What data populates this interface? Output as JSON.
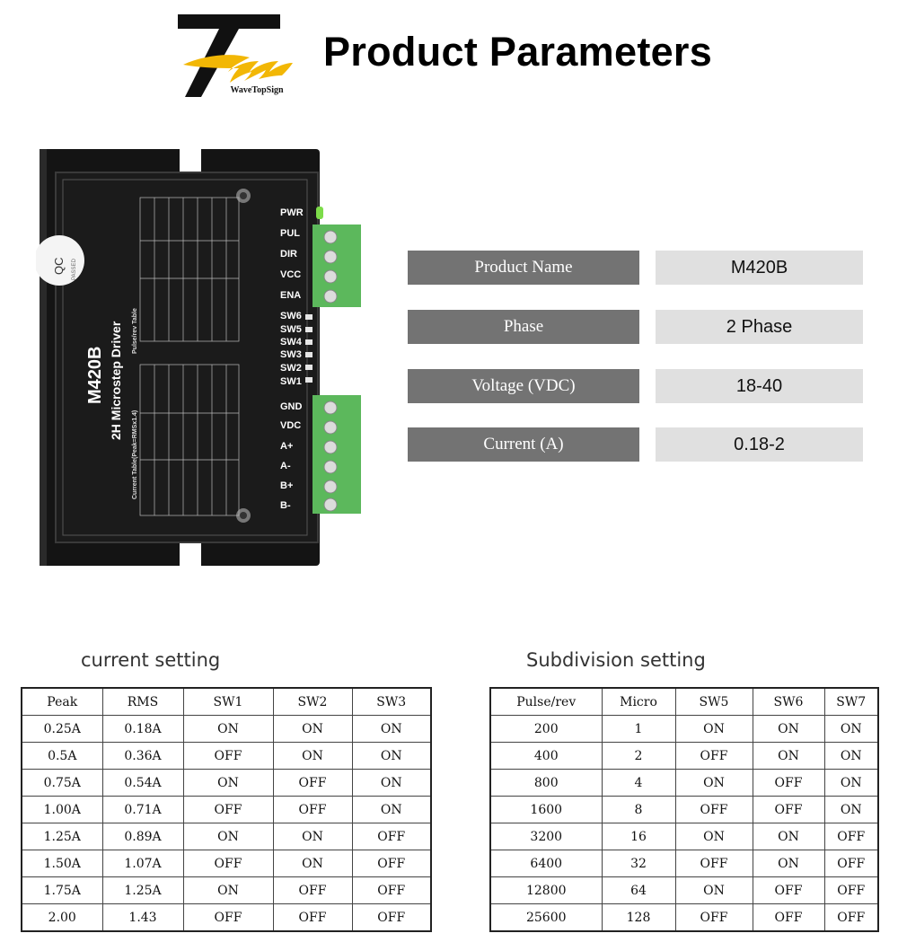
{
  "header": {
    "brand": "WaveTopSign",
    "title": "Product Parameters"
  },
  "device": {
    "qc_label": "QC",
    "qc_sub": "PASSED",
    "model": "M420B",
    "subtitle": "2H Microstep Driver",
    "pulse_table_title": "Pulse/rev Table",
    "current_table_title": "Current Table(Peak=RMSx1.4)",
    "terminal_labels": [
      "PWR",
      "PUL",
      "DIR",
      "VCC",
      "ENA",
      "SW6",
      "SW5",
      "SW4",
      "SW3",
      "SW2",
      "SW1",
      "GND",
      "VDC",
      "A+",
      "A-",
      "B+",
      "B-"
    ]
  },
  "params": [
    {
      "label": "Product Name",
      "value": "M420B"
    },
    {
      "label": "Phase",
      "value": "2 Phase"
    },
    {
      "label": "Voltage (VDC)",
      "value": "18-40"
    },
    {
      "label": "Current (A)",
      "value": "0.18-2"
    }
  ],
  "current_setting": {
    "title": "current setting",
    "headers": [
      "Peak",
      "RMS",
      "SW1",
      "SW2",
      "SW3"
    ],
    "rows": [
      [
        "0.25A",
        "0.18A",
        "ON",
        "ON",
        "ON"
      ],
      [
        "0.5A",
        "0.36A",
        "OFF",
        "ON",
        "ON"
      ],
      [
        "0.75A",
        "0.54A",
        "ON",
        "OFF",
        "ON"
      ],
      [
        "1.00A",
        "0.71A",
        "OFF",
        "OFF",
        "ON"
      ],
      [
        "1.25A",
        "0.89A",
        "ON",
        "ON",
        "OFF"
      ],
      [
        "1.50A",
        "1.07A",
        "OFF",
        "ON",
        "OFF"
      ],
      [
        "1.75A",
        "1.25A",
        "ON",
        "OFF",
        "OFF"
      ],
      [
        "2.00",
        "1.43",
        "OFF",
        "OFF",
        "OFF"
      ]
    ]
  },
  "subdivision_setting": {
    "title": "Subdivision setting",
    "headers": [
      "Pulse/rev",
      "Micro",
      "SW5",
      "SW6",
      "SW7"
    ],
    "rows": [
      [
        "200",
        "1",
        "ON",
        "ON",
        "ON"
      ],
      [
        "400",
        "2",
        "OFF",
        "ON",
        "ON"
      ],
      [
        "800",
        "4",
        "ON",
        "OFF",
        "ON"
      ],
      [
        "1600",
        "8",
        "OFF",
        "OFF",
        "ON"
      ],
      [
        "3200",
        "16",
        "ON",
        "ON",
        "OFF"
      ],
      [
        "6400",
        "32",
        "OFF",
        "ON",
        "OFF"
      ],
      [
        "12800",
        "64",
        "ON",
        "OFF",
        "OFF"
      ],
      [
        "25600",
        "128",
        "OFF",
        "OFF",
        "OFF"
      ]
    ]
  },
  "colors": {
    "label_bg": "#737373",
    "value_bg": "#e0e0e0",
    "logo_yellow": "#f2b705",
    "terminal_green": "#5cb85c"
  }
}
